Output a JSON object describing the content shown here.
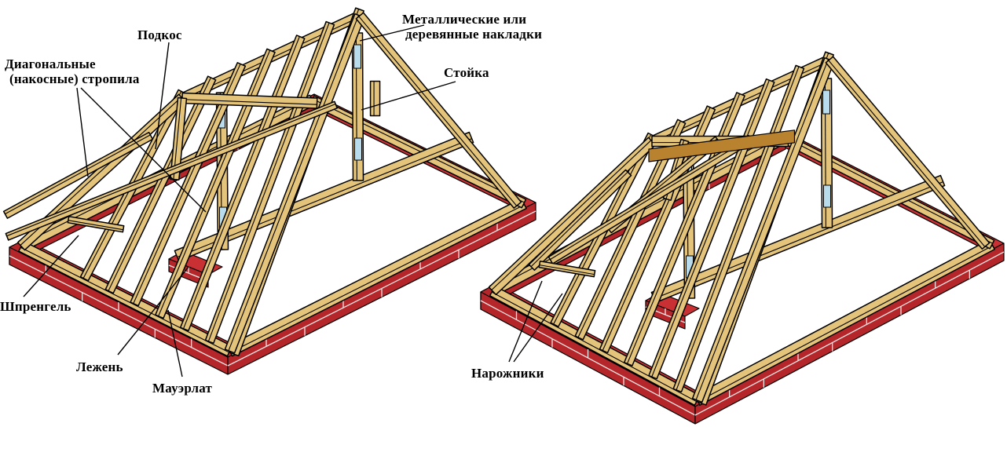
{
  "title": "Каркас вальмовой крыши — узлы стропильной системы",
  "colors": {
    "wood": "#e3c47a",
    "wood_dark": "#c99b45",
    "ridge_shade": "#b9822e",
    "brick": "#b5262a",
    "brick_light": "#c93034",
    "mortar": "#f2e6e6",
    "plate": "#b9dcec",
    "outline": "#000000",
    "background": "#ffffff"
  },
  "diagrams": [
    {
      "id": "left",
      "description": "Вальмовая крыша с диагональными стропилами и шпренгелем",
      "labels": [
        {
          "key": "diagonal_rafters",
          "line1": "Диагональные",
          "line2": "(накосные) стропила"
        },
        {
          "key": "strut",
          "line1": "Подкос"
        },
        {
          "key": "plates",
          "line1": "Металлические или",
          "line2": "деревянные накладки"
        },
        {
          "key": "post",
          "line1": "Стойка"
        },
        {
          "key": "truss",
          "line1": "Шпренгель"
        },
        {
          "key": "sill_beam",
          "line1": "Лежень"
        },
        {
          "key": "wall_plate",
          "line1": "Мауэрлат"
        }
      ]
    },
    {
      "id": "right",
      "description": "Вальмовая крыша с нарожниками",
      "labels": [
        {
          "key": "jack_rafters",
          "line1": "Нарожники"
        }
      ]
    }
  ]
}
